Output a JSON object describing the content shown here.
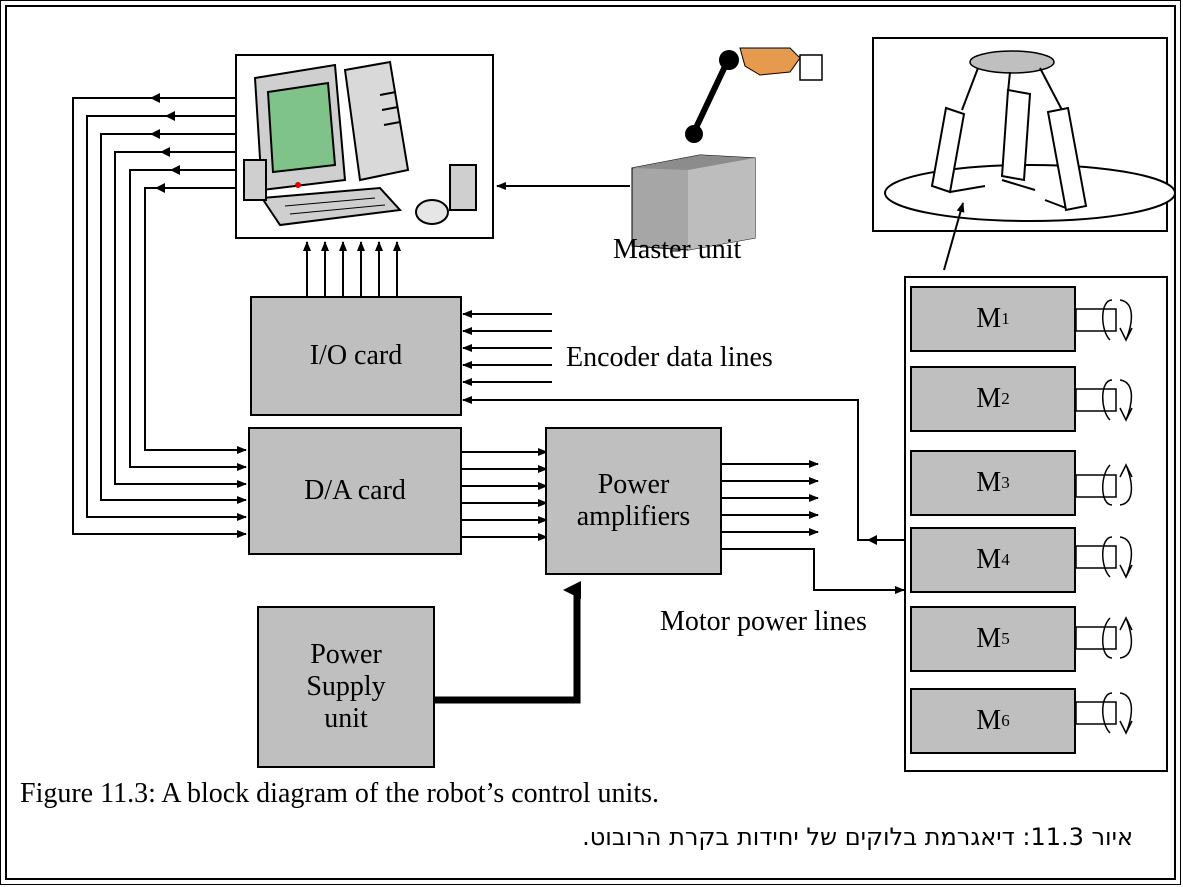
{
  "diagram": {
    "master_unit_label": "Master unit",
    "io_card_label": "I/O card",
    "encoder_label": "Encoder data lines",
    "da_card_label": "D/A card",
    "power_amp_label_line1": "Power",
    "power_amp_label_line2": "amplifiers",
    "power_supply_line1": "Power",
    "power_supply_line2": "Supply",
    "power_supply_line3": "unit",
    "motor_power_label": "Motor power lines",
    "motors": [
      {
        "letter": "M",
        "index": "1"
      },
      {
        "letter": "M",
        "index": "2"
      },
      {
        "letter": "M",
        "index": "3"
      },
      {
        "letter": "M",
        "index": "4"
      },
      {
        "letter": "M",
        "index": "5"
      },
      {
        "letter": "M",
        "index": "6"
      }
    ]
  },
  "caption": {
    "english": "Figure 11.3: A block diagram of the robot’s control units.",
    "hebrew": "איור 11.3:  דיאגרמת בלוקים של יחידות  בקרת הרובוט."
  }
}
